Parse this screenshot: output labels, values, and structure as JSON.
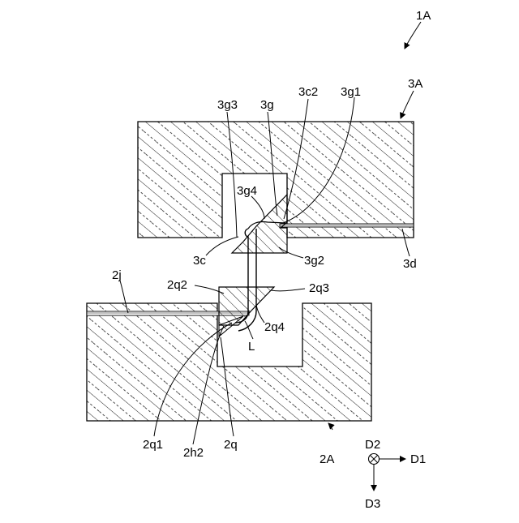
{
  "figure": {
    "id_label": "1A",
    "labels": {
      "upper_member": "3A",
      "lower_member": "2A",
      "l_3g3": "3g3",
      "l_3g": "3g",
      "l_3c2": "3c2",
      "l_3g1": "3g1",
      "l_3g4": "3g4",
      "l_3c": "3c",
      "l_3g2": "3g2",
      "l_3d": "3d",
      "l_2j": "2j",
      "l_2q2": "2q2",
      "l_2q3": "2q3",
      "l_2q4": "2q4",
      "l_L": "L",
      "l_2q1": "2q1",
      "l_2h2": "2h2",
      "l_2q": "2q"
    },
    "axes": {
      "d1": "D1",
      "d2": "D2",
      "d3": "D3"
    }
  }
}
